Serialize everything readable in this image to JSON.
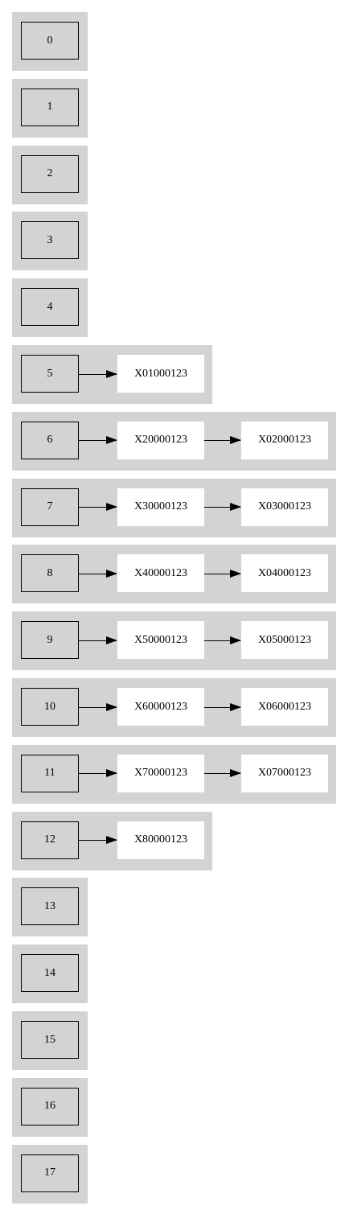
{
  "colors": {
    "bucket_fill": "#d3d3d3",
    "entry_fill": "#ffffff",
    "stroke": "#000000"
  },
  "buckets": [
    {
      "index": "0",
      "entries": []
    },
    {
      "index": "1",
      "entries": []
    },
    {
      "index": "2",
      "entries": []
    },
    {
      "index": "3",
      "entries": []
    },
    {
      "index": "4",
      "entries": []
    },
    {
      "index": "5",
      "entries": [
        "X01000123"
      ]
    },
    {
      "index": "6",
      "entries": [
        "X20000123",
        "X02000123"
      ]
    },
    {
      "index": "7",
      "entries": [
        "X30000123",
        "X03000123"
      ]
    },
    {
      "index": "8",
      "entries": [
        "X40000123",
        "X04000123"
      ]
    },
    {
      "index": "9",
      "entries": [
        "X50000123",
        "X05000123"
      ]
    },
    {
      "index": "10",
      "entries": [
        "X60000123",
        "X06000123"
      ]
    },
    {
      "index": "11",
      "entries": [
        "X70000123",
        "X07000123"
      ]
    },
    {
      "index": "12",
      "entries": [
        "X80000123"
      ]
    },
    {
      "index": "13",
      "entries": []
    },
    {
      "index": "14",
      "entries": []
    },
    {
      "index": "15",
      "entries": []
    },
    {
      "index": "16",
      "entries": []
    },
    {
      "index": "17",
      "entries": []
    }
  ]
}
